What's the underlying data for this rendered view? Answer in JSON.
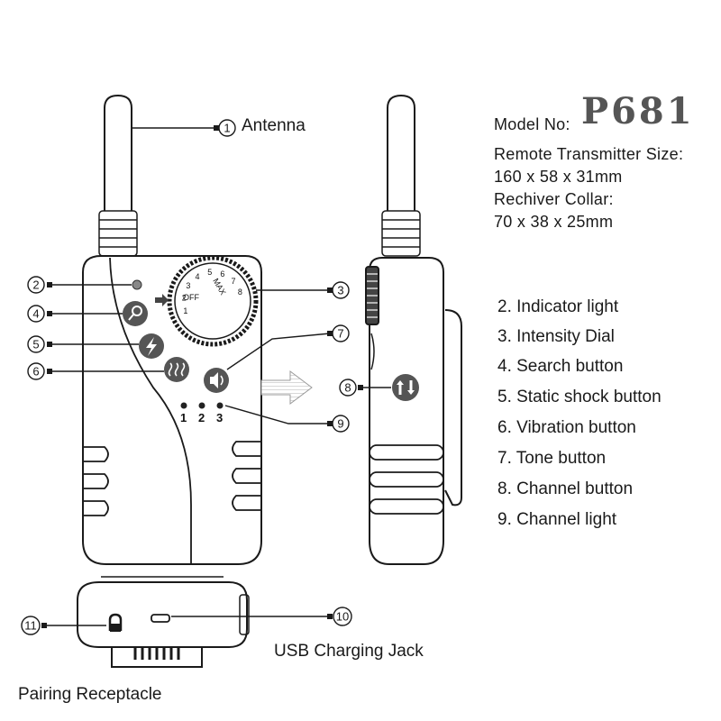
{
  "model": {
    "prefix": "Model No:",
    "number": "P681"
  },
  "specs": [
    "Remote Transmitter Size:",
    "160 x 58 x 31mm",
    "Rechiver Collar:",
    "70 x 38 x 25mm"
  ],
  "callouts": {
    "antenna": "Antenna",
    "usb": "USB Charging Jack",
    "pairing": "Pairing Receptacle"
  },
  "legend": [
    "2. Indicator light",
    "3. Intensity Dial",
    "4. Search button",
    "5. Static shock button",
    "6. Vibration button",
    "7. Tone button",
    "8. Channel button",
    "9. Channel light"
  ],
  "badges": [
    "1",
    "2",
    "3",
    "4",
    "5",
    "6",
    "7",
    "8",
    "9",
    "10",
    "11"
  ],
  "channel_lights": [
    "1",
    "2",
    "3"
  ],
  "dial": {
    "off": "OFF",
    "max": "MAX",
    "ticks": [
      "1",
      "2",
      "3",
      "4",
      "5",
      "6",
      "7",
      "8"
    ]
  }
}
